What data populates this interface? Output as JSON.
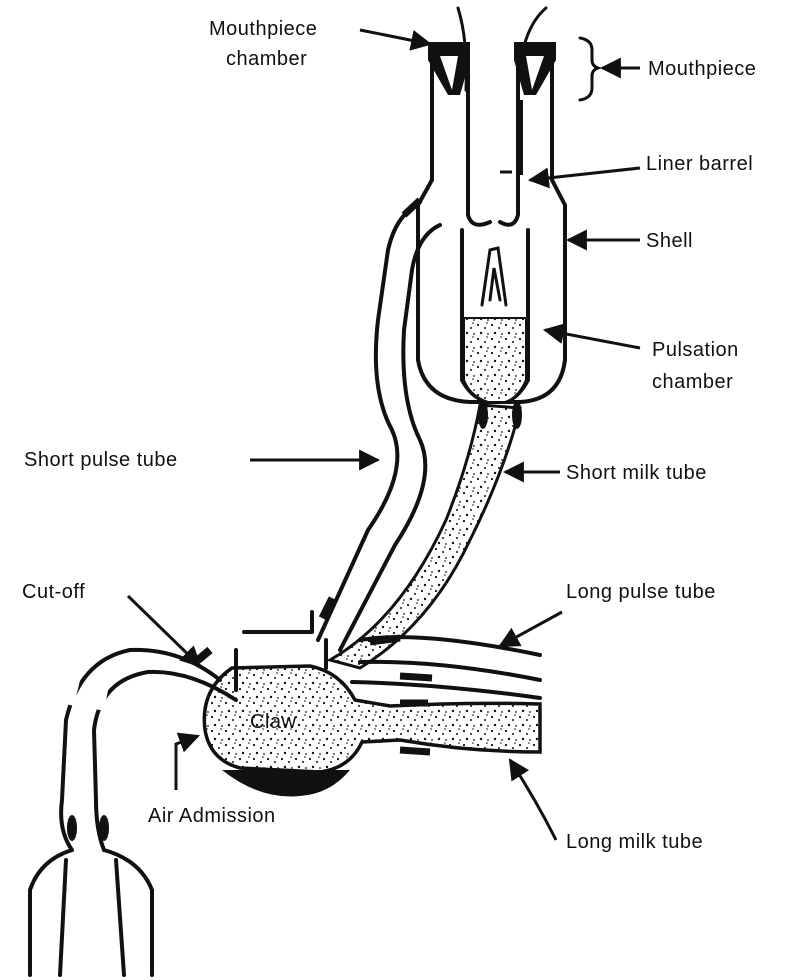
{
  "labels": {
    "mouthpiece_chamber_line1": "Mouthpiece",
    "mouthpiece_chamber_line2": "chamber",
    "mouthpiece": "Mouthpiece",
    "liner_barrel": "Liner barrel",
    "shell": "Shell",
    "pulsation_chamber_line1": "Pulsation",
    "pulsation_chamber_line2": "chamber",
    "short_pulse_tube": "Short pulse tube",
    "short_milk_tube": "Short milk tube",
    "cut_off": "Cut-off",
    "long_pulse_tube": "Long pulse tube",
    "claw": "Claw",
    "air_admission": "Air Admission",
    "long_milk_tube": "Long milk tube"
  },
  "colors": {
    "ink": "#111111",
    "background": "#ffffff"
  }
}
